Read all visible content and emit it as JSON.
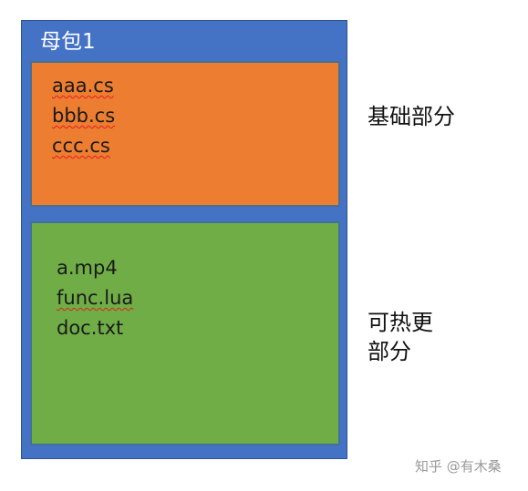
{
  "package": {
    "title": "母包1"
  },
  "base_section": {
    "files": [
      "aaa.cs",
      "bbb.cs",
      "ccc.cs"
    ],
    "label": "基础部分"
  },
  "hot_section": {
    "files": [
      "a.mp4",
      "func.lua",
      "doc.txt"
    ],
    "label_line1": "可热更",
    "label_line2": "部分"
  },
  "watermark": "知乎 @有木桑",
  "colors": {
    "package": "#4472c4",
    "base_section": "#ed7d31",
    "hot_section": "#70ad47"
  }
}
